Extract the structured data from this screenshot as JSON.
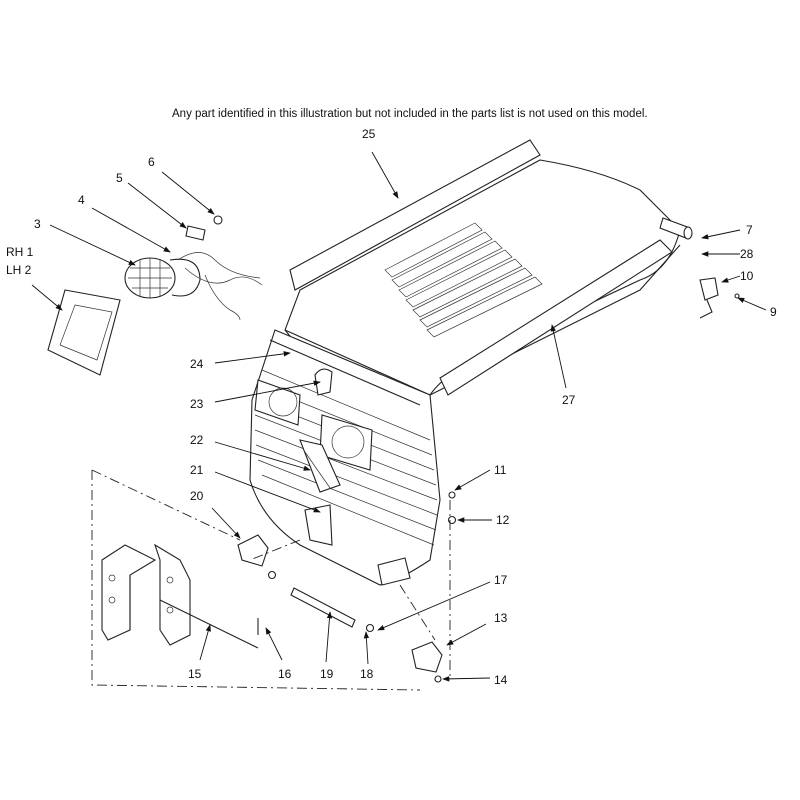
{
  "note": "Any part identified in this illustration but not included in the parts list is not used on this model.",
  "side_labels": {
    "rh": "RH 1",
    "lh": "LH 2"
  },
  "callouts": [
    "25",
    "6",
    "5",
    "4",
    "3",
    "7",
    "28",
    "10",
    "9",
    "24",
    "23",
    "27",
    "22",
    "21",
    "11",
    "12",
    "20",
    "17",
    "13",
    "14",
    "15",
    "16",
    "19",
    "18"
  ]
}
